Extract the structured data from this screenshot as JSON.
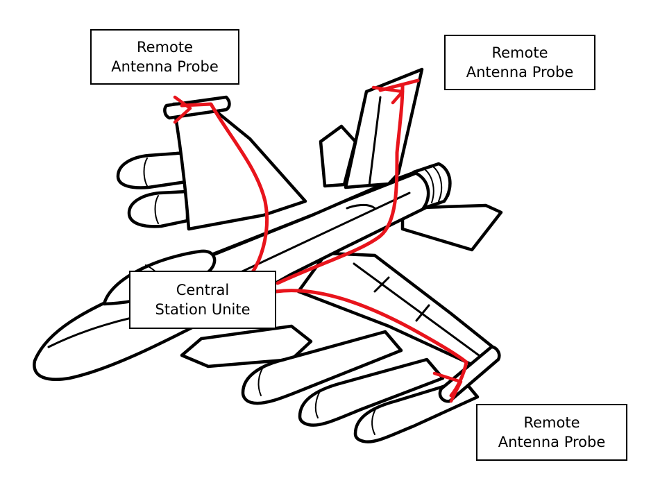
{
  "labels": {
    "remote_probe_top_left": [
      "Remote",
      "Antenna Probe"
    ],
    "remote_probe_top_right": [
      "Remote",
      "Antenna Probe"
    ],
    "central_unit": [
      "Central",
      "Station Unite"
    ],
    "remote_probe_bottom_right": [
      "Remote",
      "Antenna Probe"
    ]
  },
  "colors": {
    "cable": "#e8141c",
    "outline": "#000000",
    "background": "#ffffff"
  }
}
